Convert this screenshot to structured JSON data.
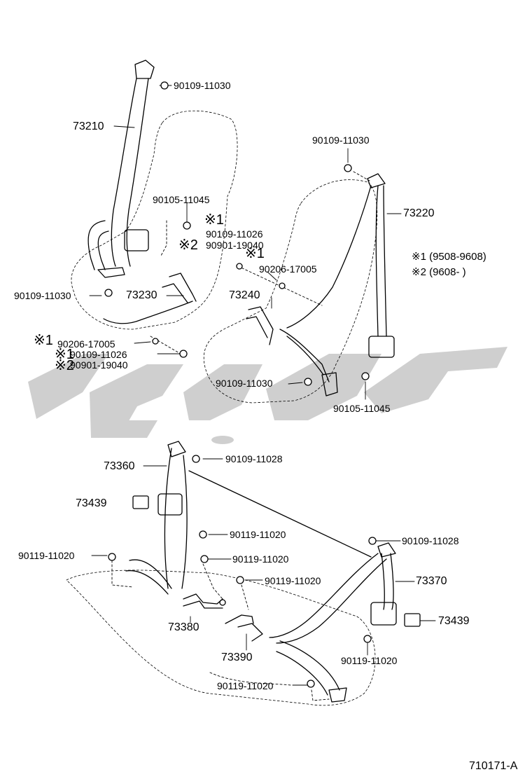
{
  "diagram": {
    "front_seat_left": {
      "retractor_label": "73210",
      "bolt_anchor_top": "90109-11030",
      "bolt_floor": "90105-11045",
      "bolt_lower": "90109-11030",
      "buckle_label": "73230",
      "bolt_alt_1": "90109-11026",
      "bolt_alt_2": "90901-19040",
      "washer": "90206-17005",
      "buckle_bolt_1": "90109-11026",
      "buckle_bolt_2": "90901-19040",
      "buckle_washer": "90206-17005"
    },
    "front_seat_right": {
      "retractor_label": "73220",
      "bolt_anchor_top": "90109-11030",
      "buckle_label": "73240",
      "washer": "90206-17005",
      "bolt_lower": "90109-11030",
      "bolt_floor": "90105-11045"
    },
    "rear_seat": {
      "retractor_left": "73360",
      "retractor_right": "73370",
      "cover_left": "73439",
      "cover_right": "73439",
      "buckle_left": "73380",
      "buckle_right": "73390",
      "bolt_anchor_left": "90109-11028",
      "bolt_anchor_right": "90109-11028",
      "bolt_1": "90119-11020",
      "bolt_2": "90119-11020",
      "bolt_3": "90119-11020",
      "bolt_4": "90119-11020",
      "bolt_5": "90119-11020",
      "bolt_6": "90119-11020"
    },
    "notes": {
      "mark": "※",
      "one": "1",
      "two": "2",
      "note_1": "※1 (9508-9608)",
      "note_2": "※2 (9608-      )"
    },
    "figure_code": "710171-A"
  },
  "watermark_color": "#cfcfcf",
  "line_color": "#000000"
}
